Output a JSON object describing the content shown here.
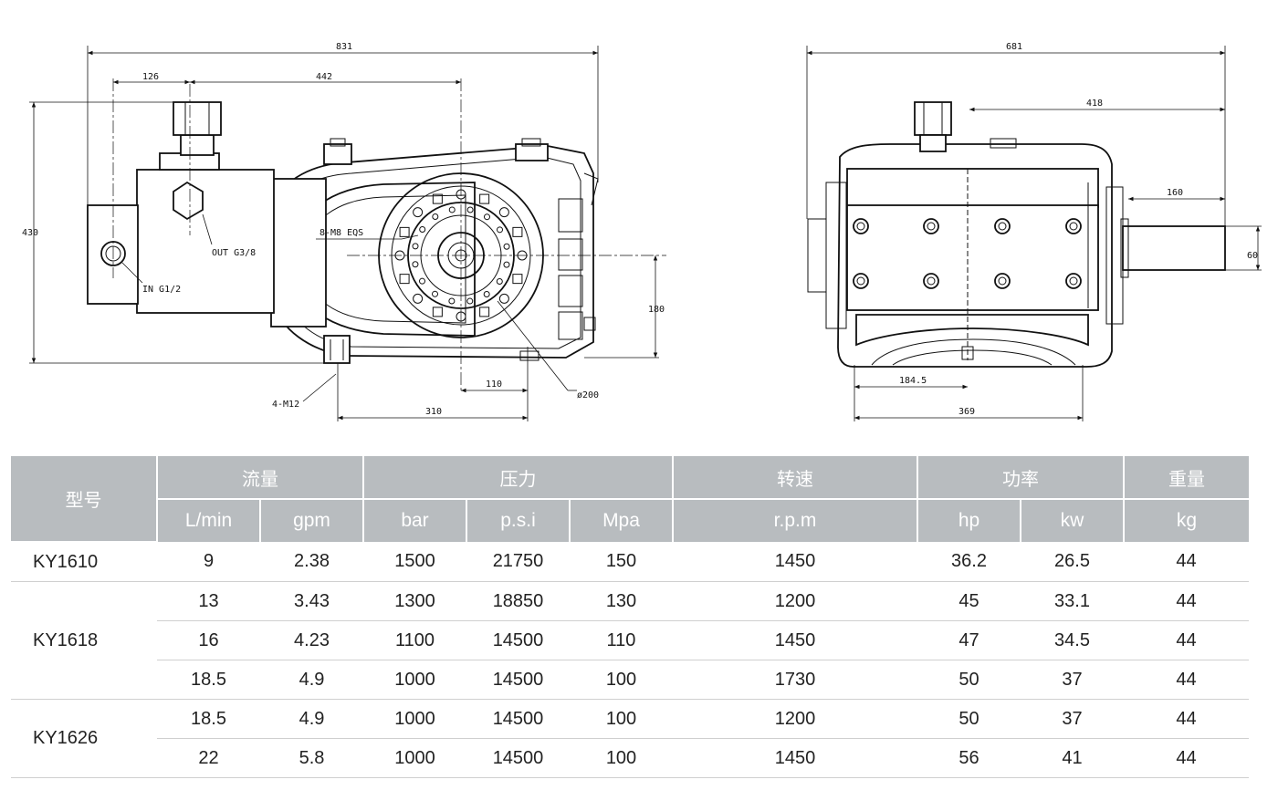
{
  "drawing": {
    "dims": {
      "d831": "831",
      "d126": "126",
      "d442": "442",
      "d430": "430",
      "d180": "180",
      "d110": "110",
      "d310": "310",
      "d200": "ø200",
      "d681": "681",
      "d418": "418",
      "d160": "160",
      "d60": "60",
      "d184": "184.5",
      "d369": "369"
    },
    "callouts": {
      "out": "OUT G3/8",
      "inlet": "IN G1/2",
      "bolts": "8-M8 EQS",
      "mount": "4-M12"
    }
  },
  "table": {
    "model_header": "型号",
    "groups": [
      "流量",
      "压力",
      "转速",
      "功率",
      "重量"
    ],
    "units": [
      "L/min",
      "gpm",
      "bar",
      "p.s.i",
      "Mpa",
      "r.p.m",
      "hp",
      "kw",
      "kg"
    ],
    "rows": [
      {
        "model": "KY1610",
        "lmin": "9",
        "gpm": "2.38",
        "bar": "1500",
        "psi": "21750",
        "mpa": "150",
        "rpm": "1450",
        "hp": "36.2",
        "kw": "26.5",
        "kg": "44"
      },
      {
        "model": "KY1618",
        "lmin": "13",
        "gpm": "3.43",
        "bar": "1300",
        "psi": "18850",
        "mpa": "130",
        "rpm": "1200",
        "hp": "45",
        "kw": "33.1",
        "kg": "44"
      },
      {
        "model": "",
        "lmin": "16",
        "gpm": "4.23",
        "bar": "1100",
        "psi": "14500",
        "mpa": "110",
        "rpm": "1450",
        "hp": "47",
        "kw": "34.5",
        "kg": "44"
      },
      {
        "model": "",
        "lmin": "18.5",
        "gpm": "4.9",
        "bar": "1000",
        "psi": "14500",
        "mpa": "100",
        "rpm": "1730",
        "hp": "50",
        "kw": "37",
        "kg": "44"
      },
      {
        "model": "KY1626",
        "lmin": "18.5",
        "gpm": "4.9",
        "bar": "1000",
        "psi": "14500",
        "mpa": "100",
        "rpm": "1200",
        "hp": "50",
        "kw": "37",
        "kg": "44"
      },
      {
        "model": "",
        "lmin": "22",
        "gpm": "5.8",
        "bar": "1000",
        "psi": "14500",
        "mpa": "100",
        "rpm": "1450",
        "hp": "56",
        "kw": "41",
        "kg": "44"
      }
    ]
  }
}
